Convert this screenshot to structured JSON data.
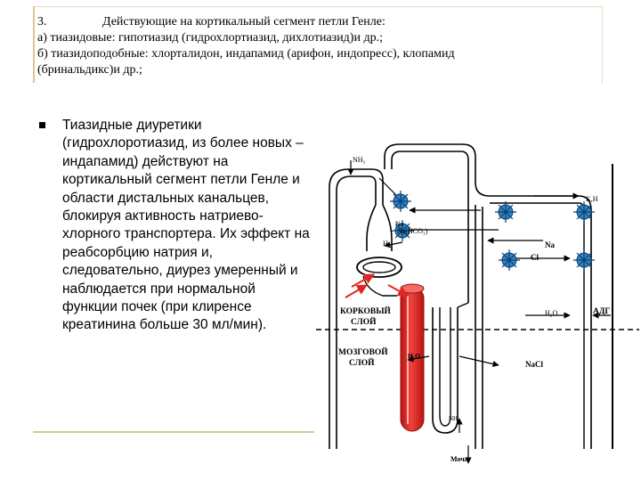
{
  "header": {
    "number": "3.",
    "title": "Действующие на кортикальный сегмент петли Генле:",
    "line_a": "а) тиазидовые: гипотиазид (гидрохлортиазид, дихлотиазид)и др.;",
    "line_b1": "б) тиазидоподобные: хлорталидон, индапамид (арифон, индопресс), клопамид",
    "line_b2": "(бринальдикс)и др.;"
  },
  "bullet": {
    "text": "Тиазидные диуретики (гидрохлоротиазид, из более новых – индапамид) действуют на кортикальный сегмент петли Генле и области дистальных канальцев, блокируя активность натриево-хлорного транспортера. Их эффект на реабсорбцию натрия и, следовательно, диурез умеренный и наблюдается при нормальной функции почек (при клиренсе креатинина больше 30 мл/мин)."
  },
  "diagram": {
    "nh3_top": "NH₃",
    "na_hco3": "Na(HCO₃)",
    "na_left": "Na",
    "h_left": "H",
    "k_h": "K,H",
    "na_right": "Na",
    "cl_right": "Cl",
    "cortex_1": "КОРКОВЫЙ",
    "cortex_2": "СЛОЙ",
    "h2o_mid": "H₂O",
    "adh": "АДГ",
    "medulla_1": "МОЗГОВОЙ",
    "medulla_2": "СЛОЙ",
    "h2o_loop": "H₂O",
    "nacl": "NaCl",
    "nh3_bottom": "NH₃",
    "urine": "Моча",
    "vessel_color": "#e52420",
    "transporter_color": "#2f86c9"
  }
}
